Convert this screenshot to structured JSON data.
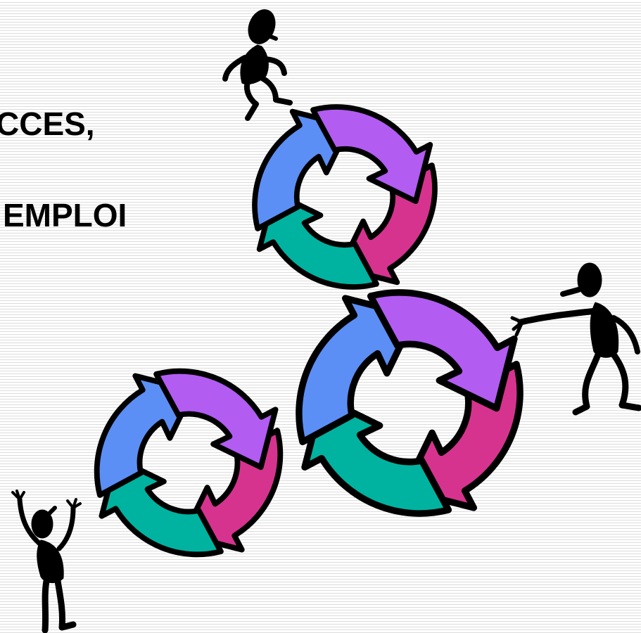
{
  "slide": {
    "text_lines": [
      "CCES,",
      "EMPLOI"
    ]
  },
  "illustration": {
    "subject": "three-interlocking-arrow-cycles-with-stick-figures",
    "arrow_colors": {
      "purple": "#b25cf2",
      "magenta": "#d6338f",
      "teal": "#00b3a0",
      "blue": "#5b8ff5"
    },
    "figure_color": "#000000",
    "background_lines": "#dcdcdc"
  }
}
